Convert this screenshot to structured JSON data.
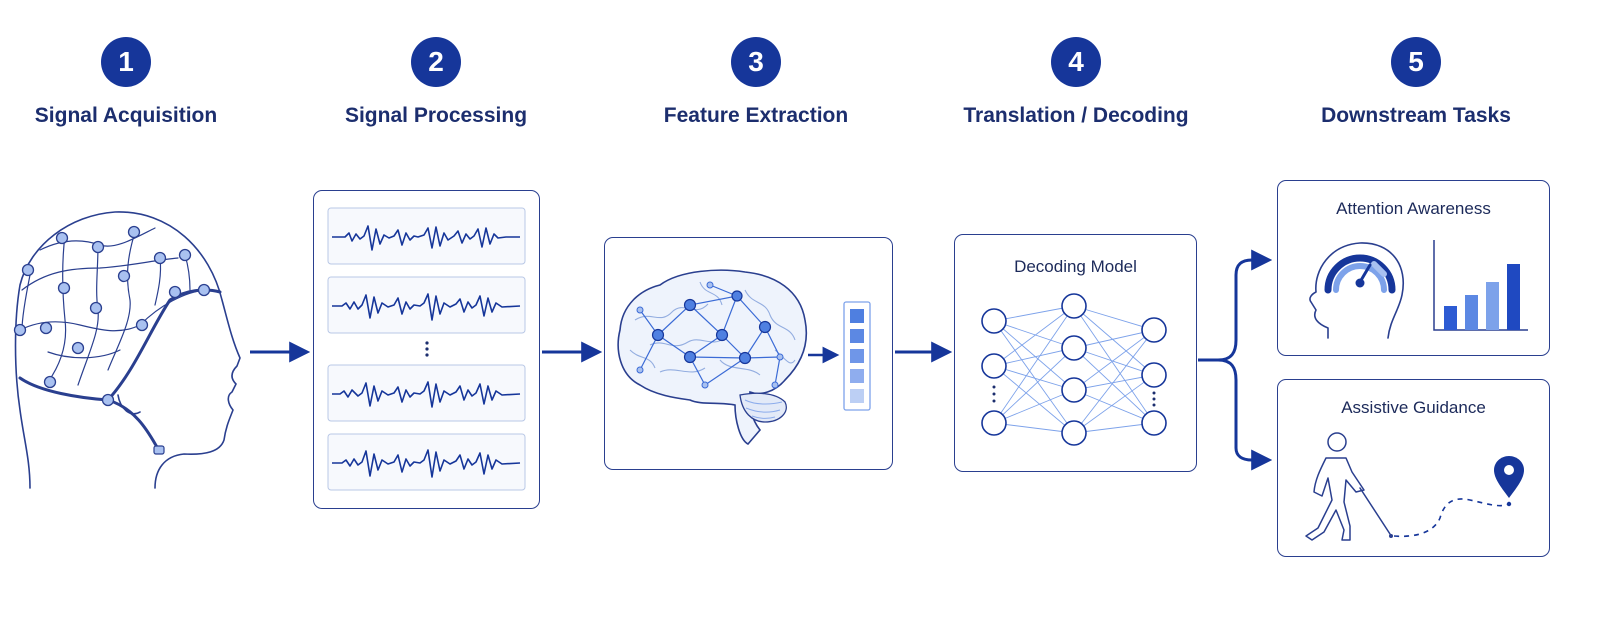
{
  "colors": {
    "primary": "#16369a",
    "stroke": "#2a3f8f",
    "accent_light": "#7da2ea",
    "node_fill": "#a9c1f0"
  },
  "steps": [
    {
      "number": "1",
      "title": "Signal Acquisition"
    },
    {
      "number": "2",
      "title": "Signal Processing"
    },
    {
      "number": "3",
      "title": "Feature Extraction"
    },
    {
      "number": "4",
      "title": "Translation / Decoding"
    },
    {
      "number": "5",
      "title": "Downstream Tasks"
    }
  ],
  "panels": {
    "decoding_model": {
      "label": "Decoding Model"
    },
    "attention_awareness": {
      "label": "Attention Awareness"
    },
    "assistive_guidance": {
      "label": "Assistive Guidance"
    }
  },
  "icons": [
    "eeg-cap-head-icon",
    "eeg-waveform-icon",
    "brain-network-icon",
    "feature-vector-icon",
    "neural-network-icon",
    "head-gauge-icon",
    "bar-chart-icon",
    "walking-person-cane-icon",
    "map-pin-icon"
  ]
}
